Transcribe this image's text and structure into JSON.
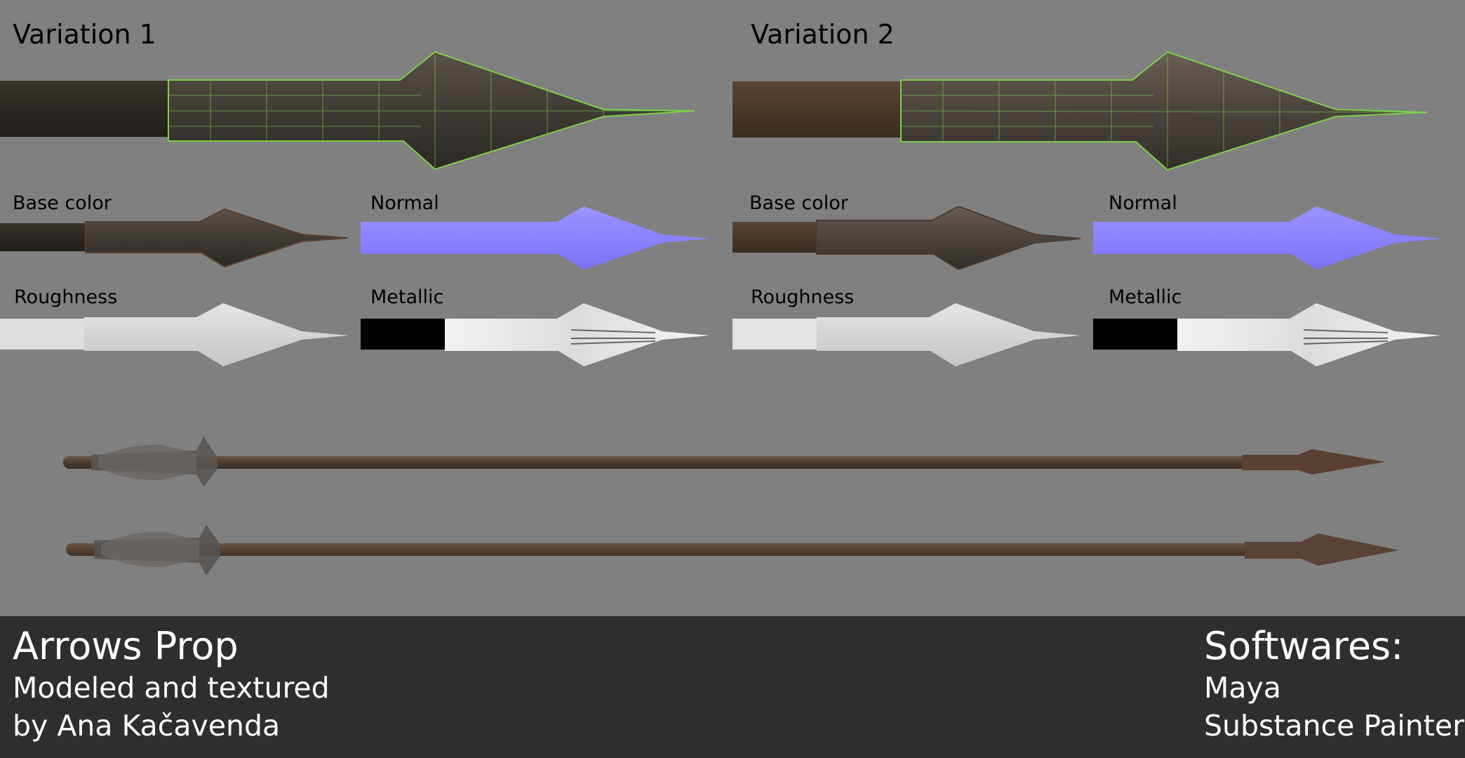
{
  "variations": [
    {
      "title": "Variation 1",
      "maps": {
        "base": "Base color",
        "normal": "Normal",
        "roughness": "Roughness",
        "metallic": "Metallic"
      }
    },
    {
      "title": "Variation 2",
      "maps": {
        "base": "Base color",
        "normal": "Normal",
        "roughness": "Roughness",
        "metallic": "Metallic"
      }
    }
  ],
  "footer": {
    "title": "Arrows Prop",
    "line1": "Modeled and textured",
    "line2": "by Ana Kačavenda",
    "softwares_label": "Softwares:",
    "software1": "Maya",
    "software2": "Substance Painter"
  },
  "colors": {
    "background": "#808080",
    "footer": "#2e2e2e",
    "normal_map": "#8c84ff",
    "wireframe": "#7bd04a"
  }
}
